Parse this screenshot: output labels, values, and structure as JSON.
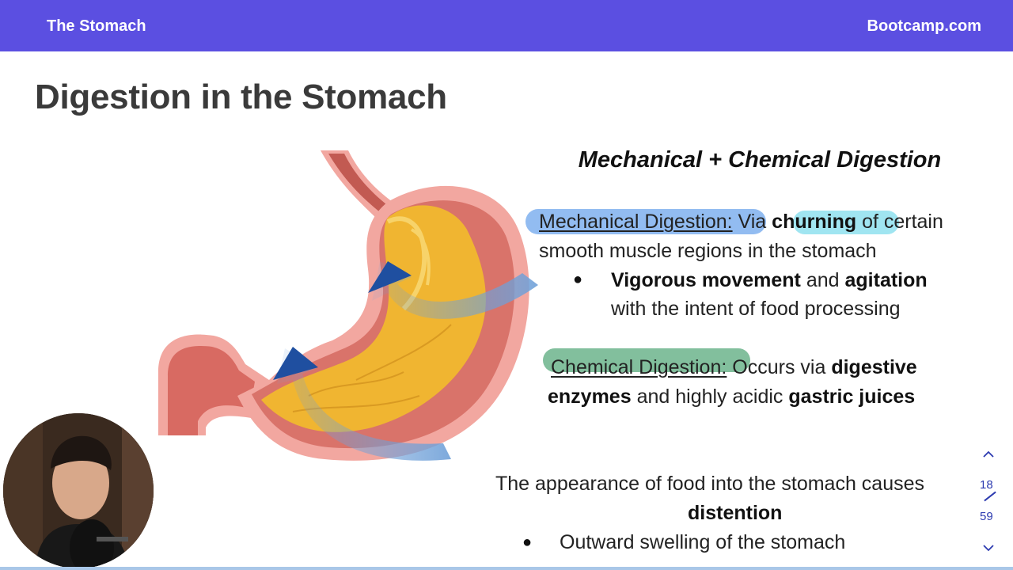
{
  "header": {
    "course_title": "The Stomach",
    "brand": "Bootcamp.com",
    "bar_color": "#5b4fe1"
  },
  "slide": {
    "title": "Digestion in the Stomach",
    "subheading": "Mechanical + Chemical Digestion",
    "mechanical": {
      "label": "Mechanical Digestion:",
      "text_via": "Via",
      "bold_churning": "churning",
      "text_rest1": "of certain",
      "line2": "smooth muscle regions in the stomach",
      "bullet": {
        "bold1": "Vigorous movement",
        "text_and": "and",
        "bold2": "agitation",
        "line2": "with the intent of food processing"
      }
    },
    "chemical": {
      "label": "Chemical Digestion:",
      "text1": "Occurs via",
      "bold1": "digestive",
      "bold2": "enzymes",
      "text2": "and highly acidic",
      "bold3": "gastric juices"
    },
    "distention": {
      "line1": "The appearance of food into the stomach causes",
      "bold": "distention",
      "bullet": "Outward swelling of the stomach"
    }
  },
  "navigation": {
    "current_page": "18",
    "total_pages": "59"
  },
  "icons": {
    "up": "chevron-up-icon",
    "down": "chevron-down-icon"
  }
}
